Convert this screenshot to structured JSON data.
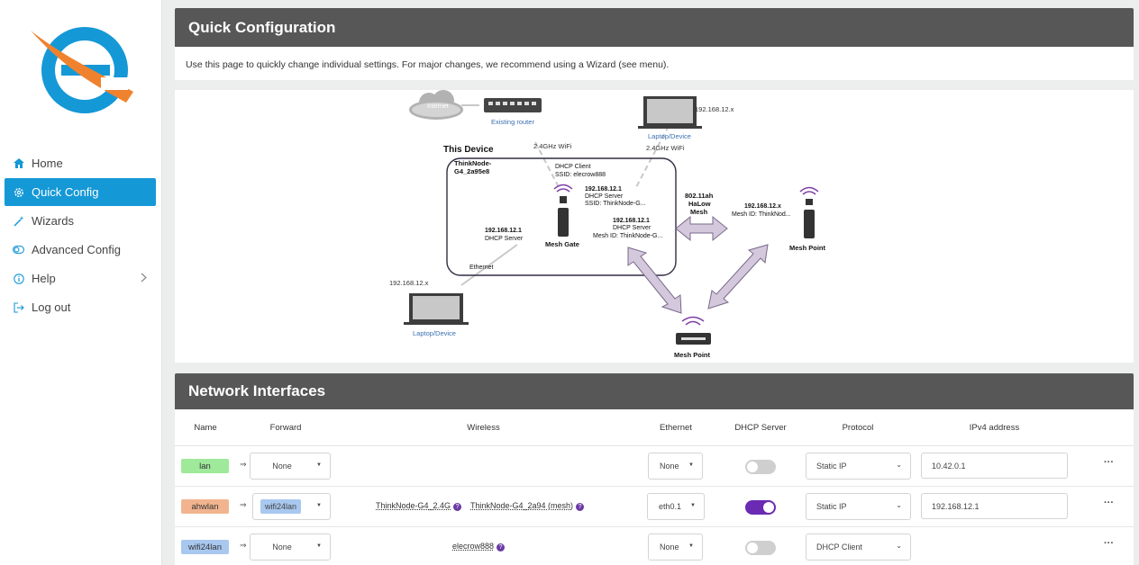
{
  "colors": {
    "accent": "#1598d6",
    "panel_header": "#575757",
    "toggle_on": "#6a2ab3",
    "lan_chip": "#9ee99a",
    "ahwlan_chip": "#f1b48f",
    "wifi_chip": "#a8c8ef"
  },
  "sidebar": {
    "items": [
      {
        "label": "Home",
        "icon": "home-icon"
      },
      {
        "label": "Quick Config",
        "icon": "gear-icon",
        "active": true
      },
      {
        "label": "Wizards",
        "icon": "magic-wand-icon"
      },
      {
        "label": "Advanced Config",
        "icon": "toggle-icon"
      },
      {
        "label": "Help",
        "icon": "info-icon",
        "has_submenu": true
      },
      {
        "label": "Log out",
        "icon": "logout-icon"
      }
    ]
  },
  "quick_config": {
    "title": "Quick Configuration",
    "description": "Use this page to quickly change individual settings. For major changes, we recommend using a Wizard (see menu)."
  },
  "diagram": {
    "internet": "Internet",
    "existing_router": "Existing router",
    "this_device": "This Device",
    "device_name_1": "ThinkNode-",
    "device_name_2": "G4_2a95e8",
    "wifi_left": "2.4GHz WiFi",
    "wifi_right": "2.4GHz WiFi",
    "laptop_top_ip": "192.168.12.x",
    "laptop_top_label": "Laptop/Device",
    "dhcp_client_1": "DHCP Client",
    "dhcp_client_2": "SSID: elecrow888",
    "ap_ip": "192.168.12.1",
    "ap_dhcp": "DHCP Server",
    "ap_ssid": "SSID: ThinkNode-G...",
    "lan_ip": "192.168.12.1",
    "lan_dhcp": "DHCP Server",
    "mesh_ip": "192.168.12.1",
    "mesh_dhcp": "DHCP Server",
    "mesh_id": "Mesh ID: ThinkNode-G...",
    "mesh_gate": "Mesh Gate",
    "ethernet": "Ethernet",
    "halow_1": "802.11ah",
    "halow_2": "HaLow",
    "halow_3": "Mesh",
    "mp_right_ip": "192.168.12.x",
    "mp_right_id": "Mesh ID: ThinkNod...",
    "mp_right_label": "Mesh Point",
    "mp_bottom_label": "Mesh Point",
    "laptop_bottom_ip": "192.168.12.x",
    "laptop_bottom_label": "Laptop/Device"
  },
  "network": {
    "title": "Network Interfaces",
    "columns": {
      "name": "Name",
      "forward": "Forward",
      "wireless": "Wireless",
      "ethernet": "Ethernet",
      "dhcp": "DHCP Server",
      "protocol": "Protocol",
      "ipv4": "IPv4 address"
    },
    "forward_arrow": "⇒",
    "rows": [
      {
        "name": "lan",
        "forward": "None",
        "wireless_a": "",
        "wireless_b": "",
        "ethernet": "None",
        "dhcp_on": false,
        "protocol": "Static IP",
        "ipv4": "10.42.0.1"
      },
      {
        "name": "ahwlan",
        "forward": "wifi24lan",
        "wireless_a": "ThinkNode-G4_2.4G",
        "wireless_b": "ThinkNode-G4_2a94 (mesh)",
        "ethernet": "eth0.1",
        "dhcp_on": true,
        "protocol": "Static IP",
        "ipv4": "192.168.12.1"
      },
      {
        "name": "wifi24lan",
        "forward": "None",
        "wireless_a": "elecrow888",
        "wireless_b": "",
        "ethernet": "None",
        "dhcp_on": false,
        "protocol": "DHCP Client",
        "ipv4": ""
      }
    ]
  }
}
